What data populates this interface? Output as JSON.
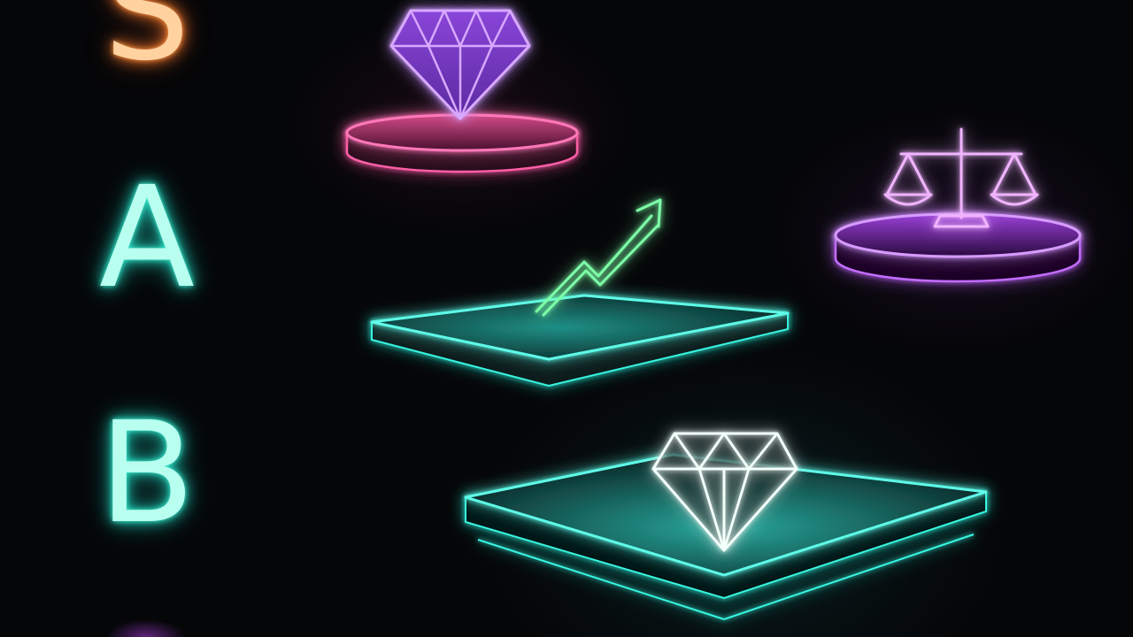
{
  "tier_labels": {
    "s": "S",
    "a": "A",
    "b": "B"
  },
  "icons": {
    "top_diamond": "diamond-icon",
    "scales": "balance-scale-icon",
    "trend_arrow": "trend-up-arrow-icon",
    "bottom_diamond": "diamond-icon"
  },
  "colors": {
    "background": "#050608",
    "s_tier": "#ffb070",
    "a_b_tier": "#3cf0d6",
    "pink_pedestal": "#ff5fa8",
    "violet_pedestal": "#c46cff",
    "diamond_purple": "#b46cff",
    "arrow_green": "#7dffa8",
    "teal_platform": "#37f5e0"
  }
}
